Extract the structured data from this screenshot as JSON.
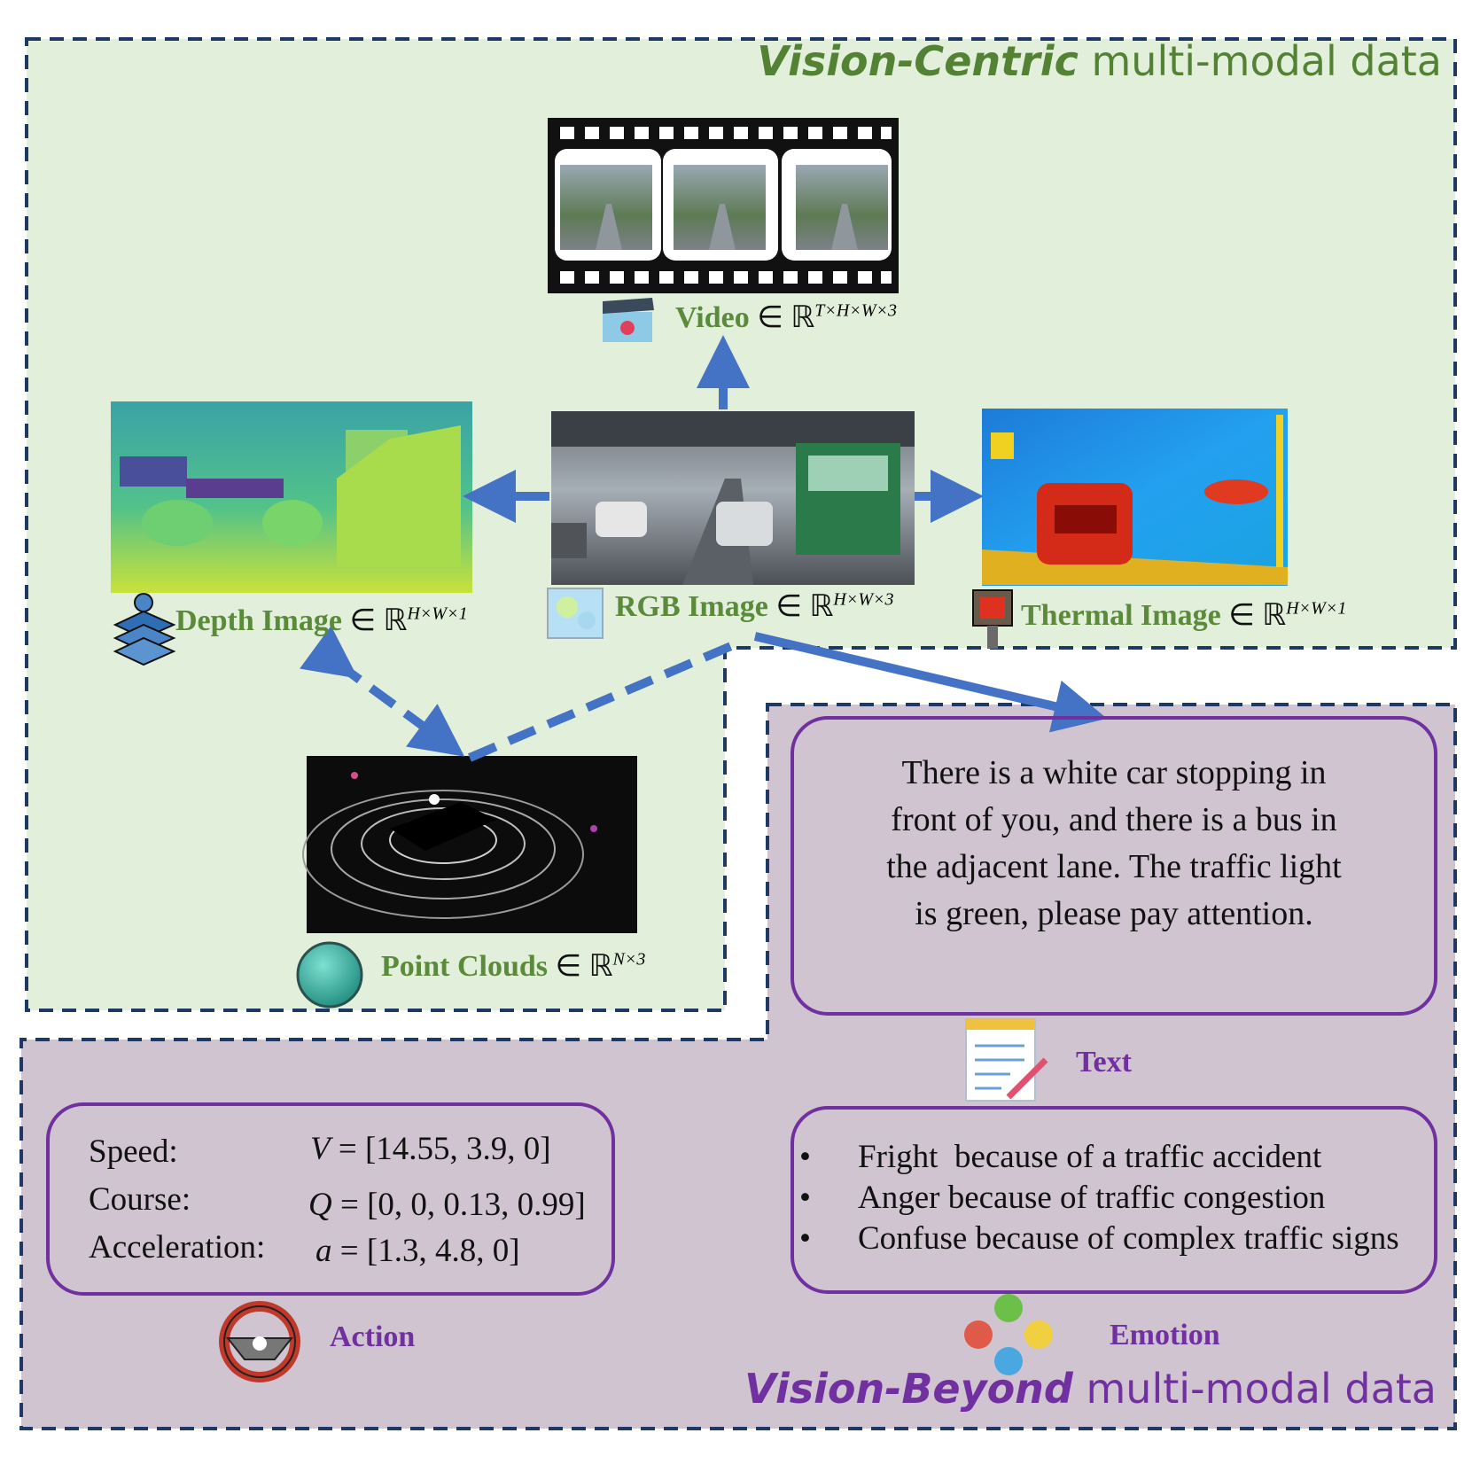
{
  "regions": {
    "vision_centric": {
      "title_em": "Vision-Centric",
      "title_rest": " multi-modal data",
      "color": "#548235",
      "fill": "#e2efda"
    },
    "vision_beyond": {
      "title_em": "Vision-Beyond",
      "title_rest": " multi-modal data",
      "color": "#7030a0",
      "fill": "#d0c4d0"
    }
  },
  "modalities": {
    "video": {
      "name": "Video",
      "sup": "T×H×W×3"
    },
    "rgb": {
      "name": "RGB Image",
      "sup": "H×W×3"
    },
    "depth": {
      "name": "Depth Image",
      "sup": "H×W×1"
    },
    "thermal": {
      "name": "Thermal Image",
      "sup": "H×W×1"
    },
    "point_clouds": {
      "name": "Point Clouds",
      "sup": "N×3"
    },
    "in_symbol": "∈ ℝ"
  },
  "text_box": {
    "lines": [
      "There is a white car stopping in",
      "front of you, and there is a bus in",
      "the adjacent lane. The traffic light",
      "is green, please pay attention."
    ],
    "label": "Text"
  },
  "action": {
    "rows": [
      {
        "name": "Speed:",
        "var": "V",
        "value": "= [14.55, 3.9, 0]"
      },
      {
        "name": "Course:",
        "var": "Q",
        "value": "= [0, 0, 0.13, 0.99]"
      },
      {
        "name": "Acceleration:",
        "var": "a",
        "value": "= [1.3, 4.8, 0]"
      }
    ],
    "label": "Action"
  },
  "emotion": {
    "items": [
      "Fright  because of a traffic accident",
      "Anger because of traffic congestion",
      "Confuse because of complex traffic signs"
    ],
    "bullet": "•",
    "label": "Emotion"
  },
  "colors": {
    "arrow": "#4472c4",
    "dash_border": "#1f3864",
    "box_border": "#7030a0",
    "green_text": "#5a8a3a",
    "purple_text": "#7030a0"
  },
  "icons": [
    "clapper-icon",
    "rgb-image-icon",
    "depth-layers-icon",
    "thermal-camera-icon",
    "globe-icon",
    "notepad-icon",
    "steering-wheel-icon",
    "emotion-faces-icon"
  ]
}
